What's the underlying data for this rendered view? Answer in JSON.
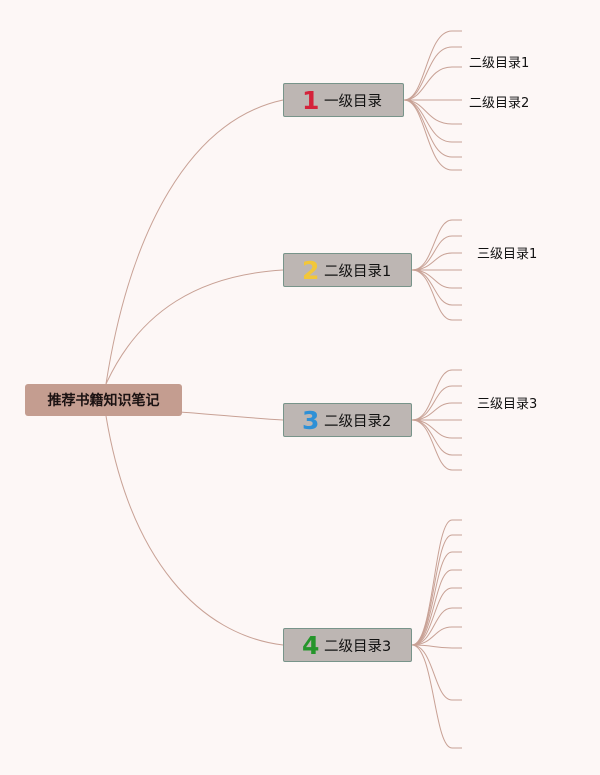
{
  "colors": {
    "background": "#fdf7f6",
    "root_fill": "#c49d90",
    "node_fill": "#bdb6b3",
    "node_border": "#78948a",
    "link": "#c8a195"
  },
  "root": {
    "label": "推荐书籍知识笔记"
  },
  "branches": [
    {
      "number": "1",
      "number_color": "#d4223a",
      "label": "一级目录",
      "leaves": [
        "",
        "二级目录1",
        "二级目录2",
        "",
        "",
        "",
        ""
      ]
    },
    {
      "number": "2",
      "number_color": "#f2c73a",
      "label": "二级目录1",
      "leaves": [
        "",
        "",
        "三级目录1",
        "",
        "",
        "",
        ""
      ]
    },
    {
      "number": "3",
      "number_color": "#2e90d6",
      "label": "二级目录2",
      "leaves": [
        "",
        "",
        "三级目录3",
        "",
        "",
        "",
        ""
      ]
    },
    {
      "number": "4",
      "number_color": "#25952b",
      "label": "二级目录3",
      "leaves": [
        "",
        "",
        "",
        "",
        "",
        "",
        "",
        "",
        "",
        "",
        ""
      ]
    }
  ]
}
